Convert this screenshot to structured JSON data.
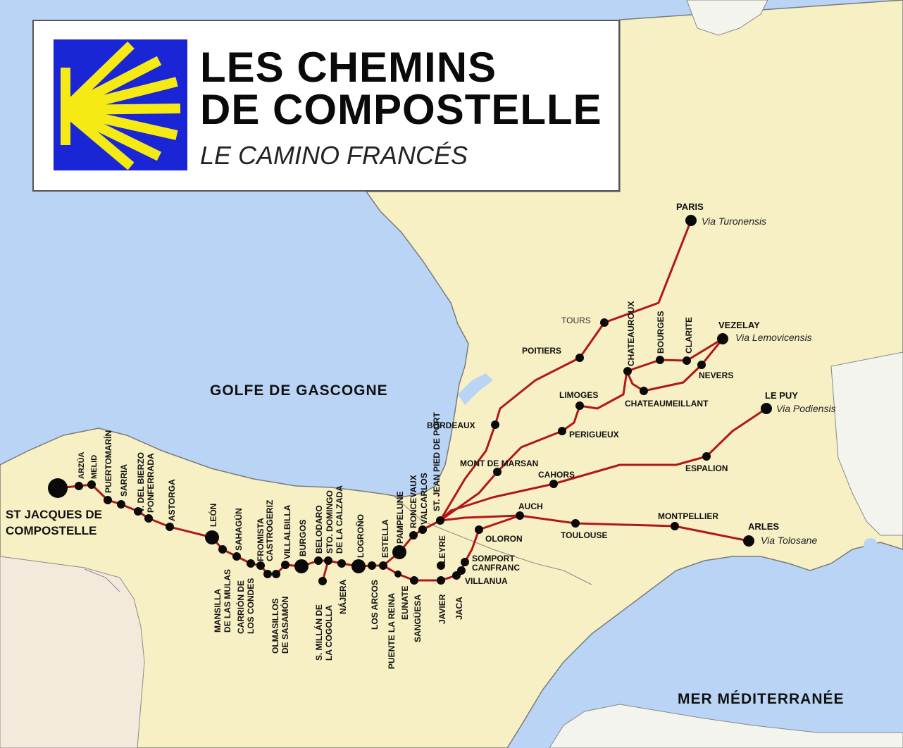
{
  "header": {
    "title_line1": "LES CHEMINS",
    "title_line2": "DE COMPOSTELLE",
    "subtitle": "LE CAMINO FRANCÉS",
    "logo_icon": "scallop-shell-icon"
  },
  "seas": {
    "bay": "GOLFE DE GASCOGNE",
    "med": "MER MÉDITERRANÉE"
  },
  "colors": {
    "sea": "#b9d4f5",
    "land": "#f7f0c4",
    "route": "#b01818",
    "logo_bg": "#1a25d6",
    "shell": "#f5ea14"
  },
  "routes": {
    "turonensis": "Via Turonensis",
    "lemovicensis": "Via Lemovicensis",
    "podiensis": "Via Podiensis",
    "tolosane": "Via Tolosane"
  },
  "places": {
    "paris": "PARIS",
    "tours": "TOURS",
    "poitiers": "POITIERS",
    "chateauroux": "CHATEAUROUX",
    "bourges": "BOURGES",
    "clarite": "CLARITE",
    "vezelay": "VEZELAY",
    "nevers": "NEVERS",
    "limoges": "LIMOGES",
    "chateaumeillant": "CHATEAUMEILLANT",
    "le_puy": "LE PUY",
    "bordeaux": "BORDEAUX",
    "perigueux": "PERIGUEUX",
    "mont_de_marsan": "MONT DE MARSAN",
    "cahors": "CAHORS",
    "espalion": "ESPALION",
    "auch": "AUCH",
    "montpellier": "MONTPELLIER",
    "toulouse": "TOULOUSE",
    "arles": "ARLES",
    "oloron": "OLORON",
    "somport": "SOMPORT",
    "canfranc": "CANFRANC",
    "villanua": "VILLANUA",
    "jaca": "JACA",
    "javier": "JAVIER",
    "leyre": "LEYRE",
    "st_jean": "ST. JEAN PIED DE PORT",
    "valcarlos": "VALCARLOS",
    "roncevaux": "RONCEVAUX",
    "pampelune": "PAMPELUNE",
    "estella": "ESTELLA",
    "eunate": "EUNATE",
    "sanguesa": "SANGÜESA",
    "puente_reina": "PUENTE LA REINA",
    "los_arcos": "LOS ARCOS",
    "logrono": "LOGROÑO",
    "najera": "NÁJERA",
    "sto_domingo": "STO. DOMINGO DE LA CALZADA",
    "s_millan": "S. MILLÁN DE LA COGOLLA",
    "belodaro": "BELODARO",
    "burgos": "BURGOS",
    "villalbilla": "VILLALBILLA",
    "olmasillos": "OLMASILLOS DE SASAMÓN",
    "castrogeriz": "CASTROGERIZ",
    "fromista": "FROMISTA",
    "carrion": "CARRIÓN DE LOS CONDES",
    "sahagun": "SAHAGÚN",
    "mansilla": "MANSILLA DE LAS MULAS",
    "leon": "LEÓN",
    "astorga": "ASTORGA",
    "ponferrada": "PONFERRADA",
    "v_del_bierzo": "V. DEL BIERZO",
    "sarria": "SARRIA",
    "puertomarin": "PUERTOMARÍN",
    "melid": "MELID",
    "arzua": "ARZÚA",
    "st_jacques": "ST JACQUES DE COMPOSTELLE"
  }
}
